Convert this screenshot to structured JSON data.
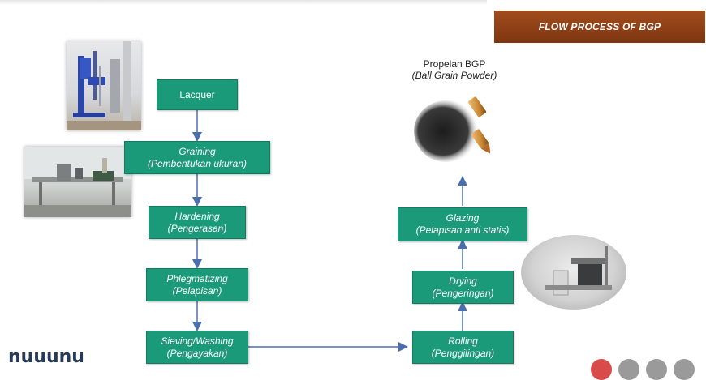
{
  "banner": {
    "title": "FLOW PROCESS OF BGP"
  },
  "product": {
    "name": "Propelan BGP",
    "subtitle": "(Ball Grain Powder)"
  },
  "steps": [
    {
      "line1": "Lacquer",
      "line2": ""
    },
    {
      "line1": "Graining",
      "line2": "(Pembentukan ukuran)"
    },
    {
      "line1": "Hardening",
      "line2": "(Pengerasan)"
    },
    {
      "line1": "Phlegmatizing",
      "line2": "(Pelapisan)"
    },
    {
      "line1": "Sieving/Washing",
      "line2": "(Pengayakan)"
    },
    {
      "line1": "Rolling",
      "line2": "(Penggilingan)"
    },
    {
      "line1": "Drying",
      "line2": "(Pengeringan)"
    },
    {
      "line1": "Glazing",
      "line2": "(Pelapisan anti statis)"
    }
  ],
  "logo": {
    "text": "nuuunu"
  },
  "colors": {
    "box": "#1b9a7a",
    "banner": "#8f4116",
    "arrow": "#4a6fb0"
  }
}
